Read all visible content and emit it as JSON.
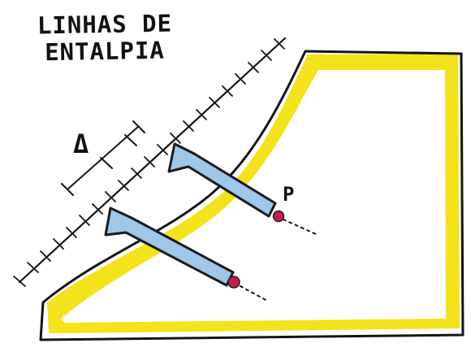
{
  "title": {
    "line1": "LINHAS DE",
    "line2": "ENTALPIA"
  },
  "labels": {
    "delta": "Δ",
    "point": "P"
  },
  "colors": {
    "outline": "#151515",
    "fill": "#ffffff",
    "yellow_band": "#f4e21b",
    "arrow_fill": "#9ec7ea",
    "arrow_outline": "#1b1b1b",
    "point": "#c81d48",
    "dashed_tail": "#151515"
  },
  "icons": {
    "arrow_left": "arrow-left-icon",
    "point": "red-dot-icon"
  }
}
